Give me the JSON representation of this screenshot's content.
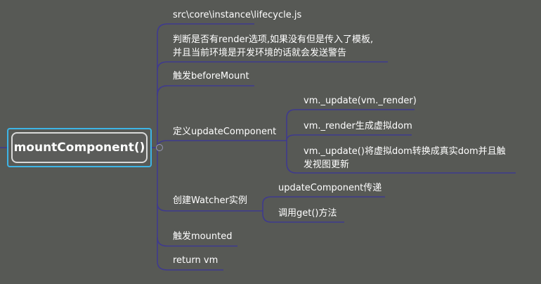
{
  "root": {
    "label": "mountComponent()"
  },
  "branches": [
    {
      "label": "src\\core\\instance\\lifecycle.js"
    },
    {
      "label_lines": [
        "判断是否有render选项,如果没有但是传入了模板,",
        "并且当前环境是开发环境的话就会发送警告"
      ]
    },
    {
      "label": "触发beforeMount"
    },
    {
      "label": "定义updateComponent",
      "children": [
        {
          "label": "vm._update(vm._render)"
        },
        {
          "label": "vm._render生成虚拟dom"
        },
        {
          "label_lines": [
            "vm._update()将虚拟dom转换成真实dom并且触",
            "发视图更新"
          ]
        }
      ]
    },
    {
      "label": "创建Watcher实例",
      "children": [
        {
          "label": "updateComponent传递"
        },
        {
          "label": "调用get()方法"
        }
      ]
    },
    {
      "label": "触发mounted"
    },
    {
      "label": "return vm"
    }
  ],
  "colors": {
    "background": "#575955",
    "connector": "#3f3a8e",
    "root_outer_border": "#3db5e6",
    "root_inner_border": "#d9d9d9",
    "text": "#ffffff"
  }
}
